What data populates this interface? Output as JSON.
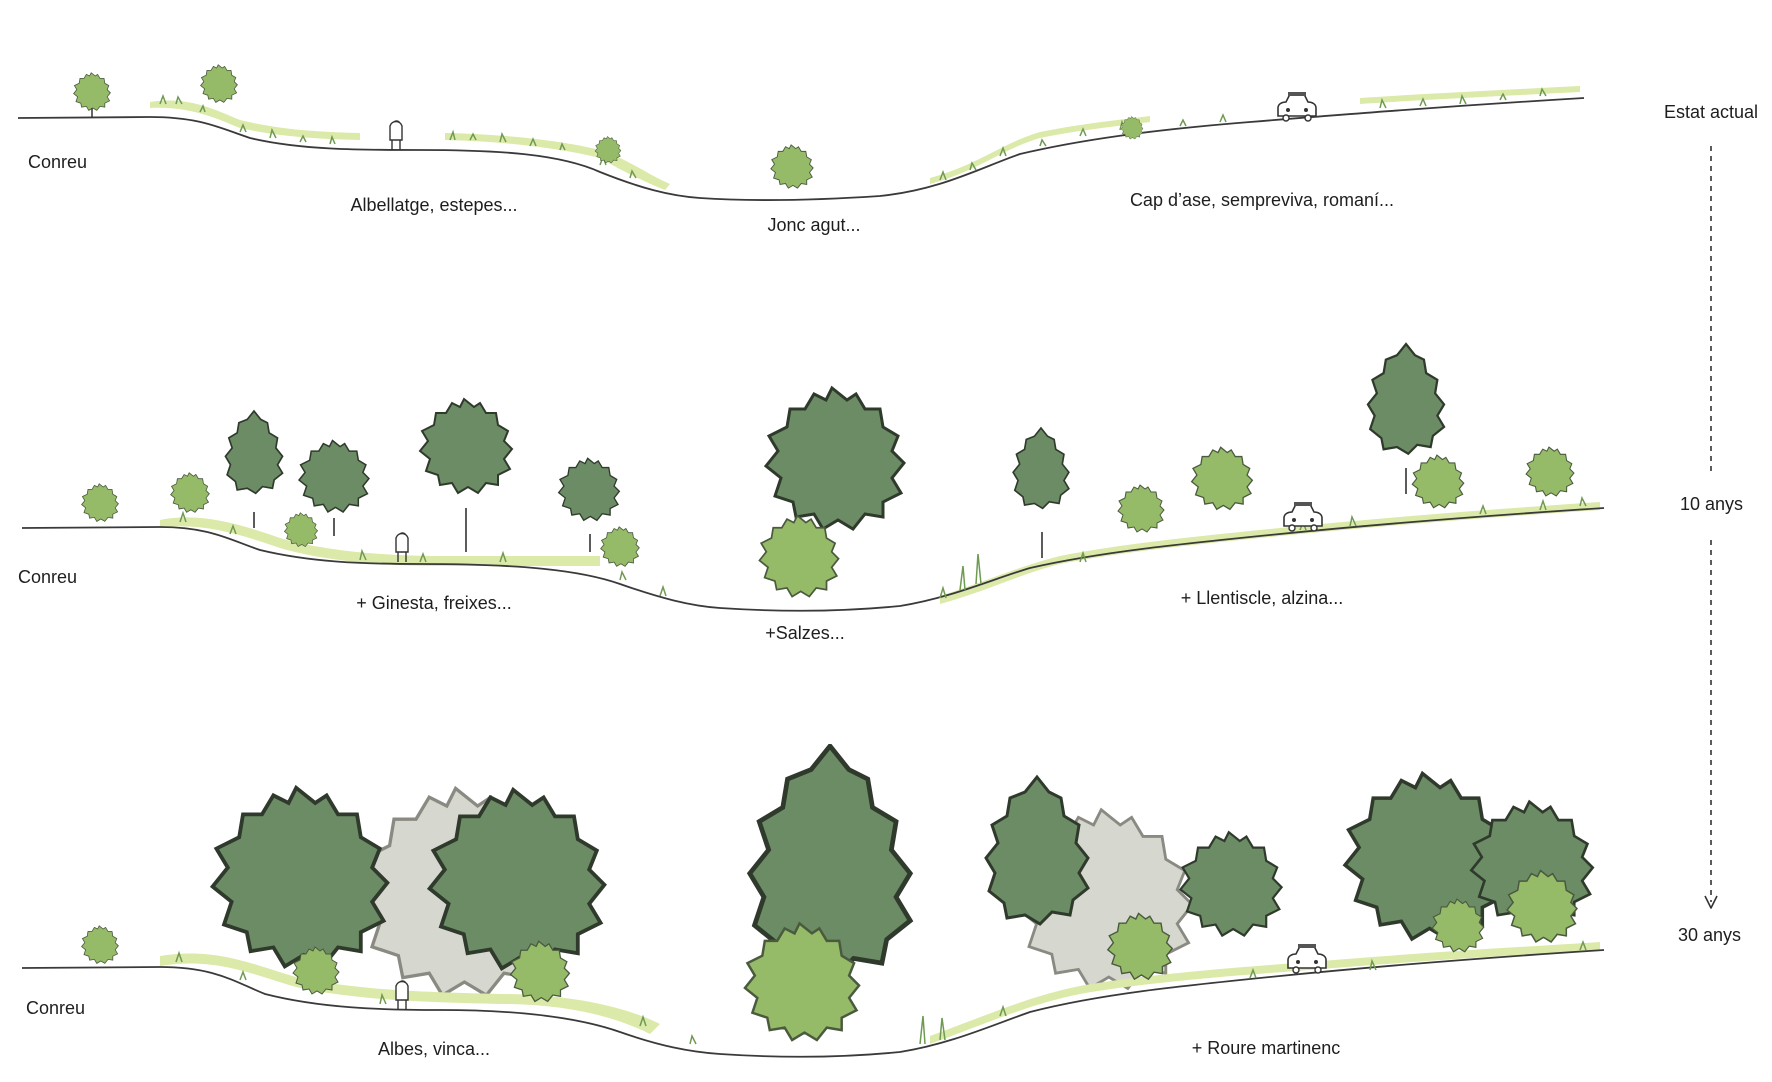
{
  "colors": {
    "dark_tree": "#6b8c64",
    "light_shrub": "#96bb68",
    "ground_fill": "#dbe9a9",
    "ghost_tree": "#d6d8d0",
    "line": "#3a3a3a",
    "grass": "#7fa85a"
  },
  "timeline": {
    "stage_1": "Estat actual",
    "stage_2": "10 anys",
    "stage_3": "30 anys"
  },
  "section_current": {
    "field_label": "Conreu",
    "left_slope_label": "Albellatge, estepes...",
    "valley_label": "Jonc agut...",
    "right_slope_label": "Cap d’ase, sempreviva, romaní..."
  },
  "section_10_years": {
    "field_label": "Conreu",
    "left_slope_label": "+ Ginesta, freixes...",
    "valley_label": "+Salzes...",
    "right_slope_label": "+ Llentiscle, alzina..."
  },
  "section_30_years": {
    "field_label": "Conreu",
    "left_slope_label": "Albes, vinca...",
    "right_slope_label": "+ Roure martinenc"
  },
  "icons": [
    "person-icon",
    "car-icon",
    "tree-icon",
    "shrub-icon",
    "grass-icon"
  ]
}
